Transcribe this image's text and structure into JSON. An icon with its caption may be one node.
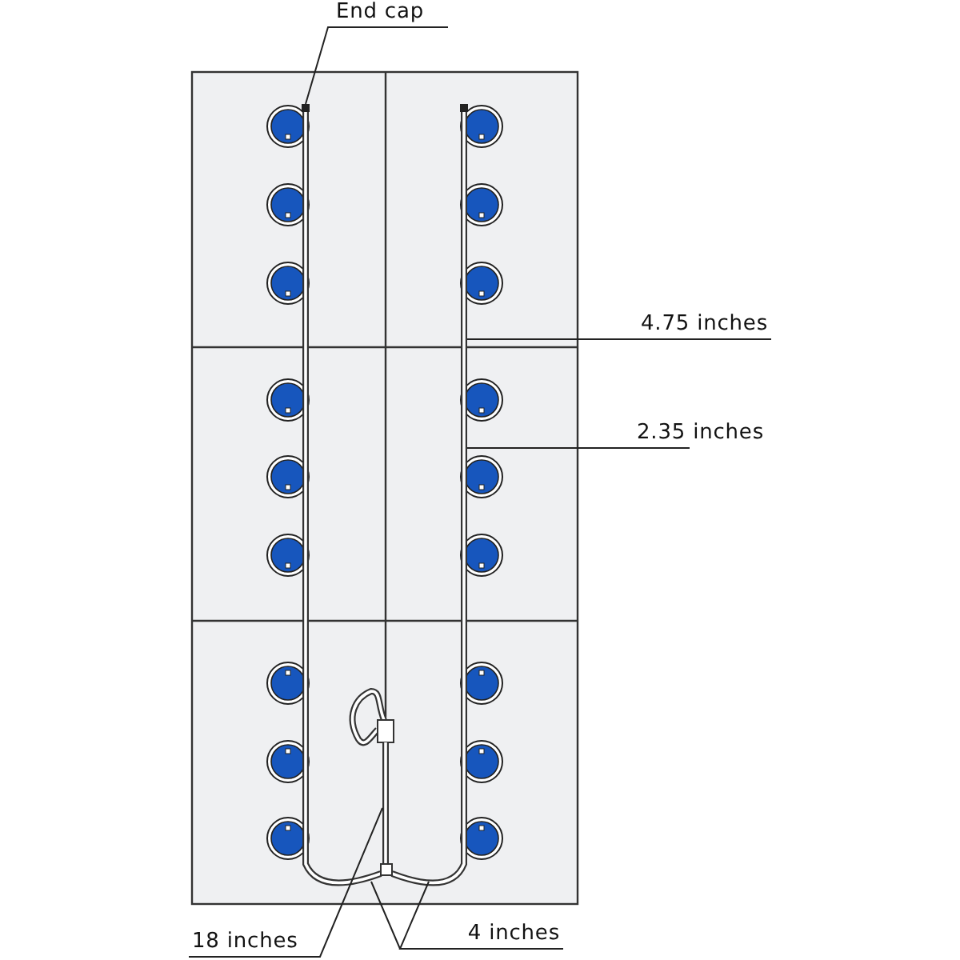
{
  "diagram": {
    "nodes": [
      {
        "text": [
          "End cap"
        ]
      },
      {
        "text": [
          "4.75 inches"
        ]
      },
      {
        "text": [
          "2.35 inches"
        ]
      },
      {
        "text": [
          "18 inches"
        ]
      },
      {
        "text": [
          "4 inches"
        ]
      },
      {
        "text": [],
        "shape": "box"
      },
      {
        "text": [],
        "shape": "bar"
      },
      {
        "text": [],
        "shape": "bar"
      },
      {
        "text": [],
        "shape": "bar"
      }
    ],
    "edges": [
      {
        "from": 0,
        "to": 5,
        "arrow": "none"
      },
      {
        "from": 1,
        "to": 8,
        "arrow": "none"
      },
      {
        "from": 2,
        "to": 8,
        "arrow": "none"
      },
      {
        "from": 3,
        "to": 7,
        "arrow": "none"
      },
      {
        "from": 4,
        "to": 6,
        "arrow": "none"
      },
      {
        "from": 4,
        "to": 8,
        "arrow": "none"
      }
    ]
  }
}
